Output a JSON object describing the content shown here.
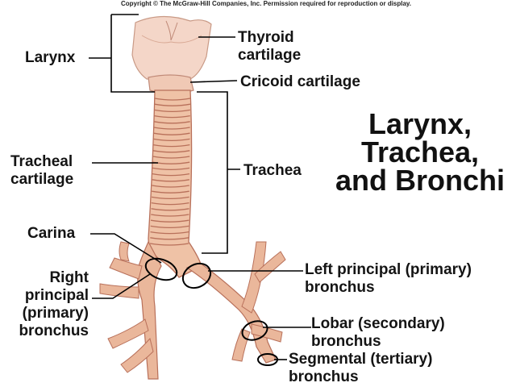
{
  "copyright": "Copyright © The McGraw-Hill Companies, Inc. Permission required for reproduction or display.",
  "title": {
    "line1": "Larynx,",
    "line2": "Trachea,",
    "line3": "and Bronchi"
  },
  "labels": {
    "larynx": "Larynx",
    "thyroid_1": "Thyroid",
    "thyroid_2": "cartilage",
    "cricoid": "Cricoid cartilage",
    "tracheal_1": "Tracheal",
    "tracheal_2": "cartilage",
    "trachea": "Trachea",
    "carina": "Carina",
    "left_principal_1": "Left principal (primary)",
    "left_principal_2": "bronchus",
    "right_principal_1": "Right",
    "right_principal_2": "principal",
    "right_principal_3": "(primary)",
    "right_principal_4": "bronchus",
    "lobar_1": "Lobar (secondary)",
    "lobar_2": "bronchus",
    "segmental_1": "Segmental (tertiary)",
    "segmental_2": "bronchus"
  },
  "colors": {
    "tissue": "#efc2a6",
    "tissue_dark": "#d99479",
    "ring_line": "#b8705a",
    "larynx": "#f3d4c4",
    "leader": "#000000"
  }
}
